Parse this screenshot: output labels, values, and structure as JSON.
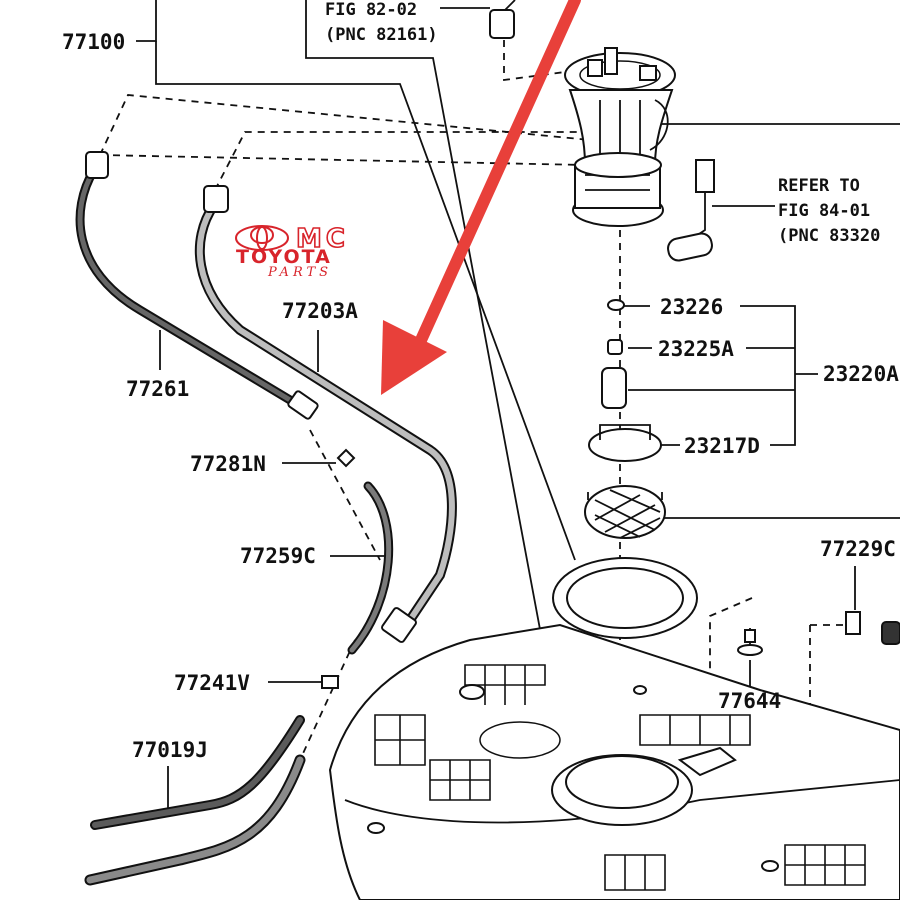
{
  "brand": {
    "logo_letters": "MC",
    "name": "TOYOTA",
    "subtitle": "PARTS",
    "color": "#d8242b"
  },
  "pointer_arrow": {
    "color": "#e8403a"
  },
  "references": [
    {
      "line1": "FIG 82-02",
      "line2": "(PNC 82161)"
    },
    {
      "line1": "REFER TO",
      "line2": "FIG 84-01",
      "line3": "(PNC 83320"
    }
  ],
  "part_labels": {
    "p77100": "77100",
    "p77203A": "77203A",
    "p77261": "77261",
    "p77281N": "77281N",
    "p77259C": "77259C",
    "p77241V": "77241V",
    "p77019J": "77019J",
    "p23226": "23226",
    "p23225A": "23225A",
    "p23220A": "23220A",
    "p23217D": "23217D",
    "p77229C": "77229C",
    "p77644": "77644"
  }
}
